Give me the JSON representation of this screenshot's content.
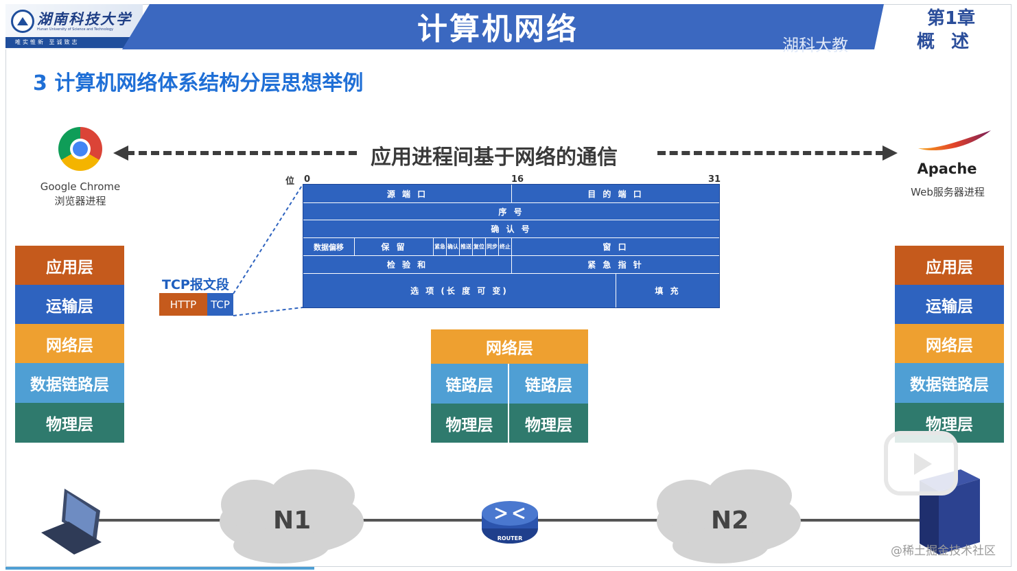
{
  "header": {
    "university_name": "湖南科技大学",
    "university_eng": "Hunan University of Science and Technology",
    "motto": "唯实惟新  至诚致志",
    "title": "计算机网络",
    "watermark": "湖科大教",
    "chapter": "第1章",
    "chapter_name": "概述"
  },
  "slide": {
    "subtitle": "3 计算机网络体系结构分层思想举例",
    "communication_label": "应用进程间基于网络的通信"
  },
  "left_host": {
    "app_name": "Google Chrome",
    "process": "浏览器进程",
    "layers": [
      "应用层",
      "运输层",
      "网络层",
      "数据链路层",
      "物理层"
    ]
  },
  "right_host": {
    "app_name": "Apache",
    "process": "Web服务器进程",
    "layers": [
      "应用层",
      "运输层",
      "网络层",
      "数据链路层",
      "物理层"
    ]
  },
  "router_stack": {
    "network": "网络层",
    "link_left": "链路层",
    "link_right": "链路层",
    "phys_left": "物理层",
    "phys_right": "物理层"
  },
  "tcp_header": {
    "bit_label": "位",
    "bit_0": "0",
    "bit_16": "16",
    "bit_31": "31",
    "src_port": "源 端 口",
    "dst_port": "目 的 端 口",
    "seq": "序 号",
    "ack": "确 认 号",
    "data_offset": "数据偏移",
    "reserved": "保 留",
    "flags": [
      "紧急",
      "确认",
      "推送",
      "复位",
      "同步",
      "终止"
    ],
    "window": "窗 口",
    "checksum": "检 验 和",
    "urgent_ptr": "紧 急 指 针",
    "options": "选 项 (长 度 可 变)",
    "padding": "填 充"
  },
  "segment": {
    "title": "TCP报文段",
    "http": "HTTP",
    "tcp": "TCP"
  },
  "network": {
    "n1": "N1",
    "n2": "N2",
    "router": "ROUTER"
  },
  "watermark_bottom": "@稀土掘金技术社区"
}
